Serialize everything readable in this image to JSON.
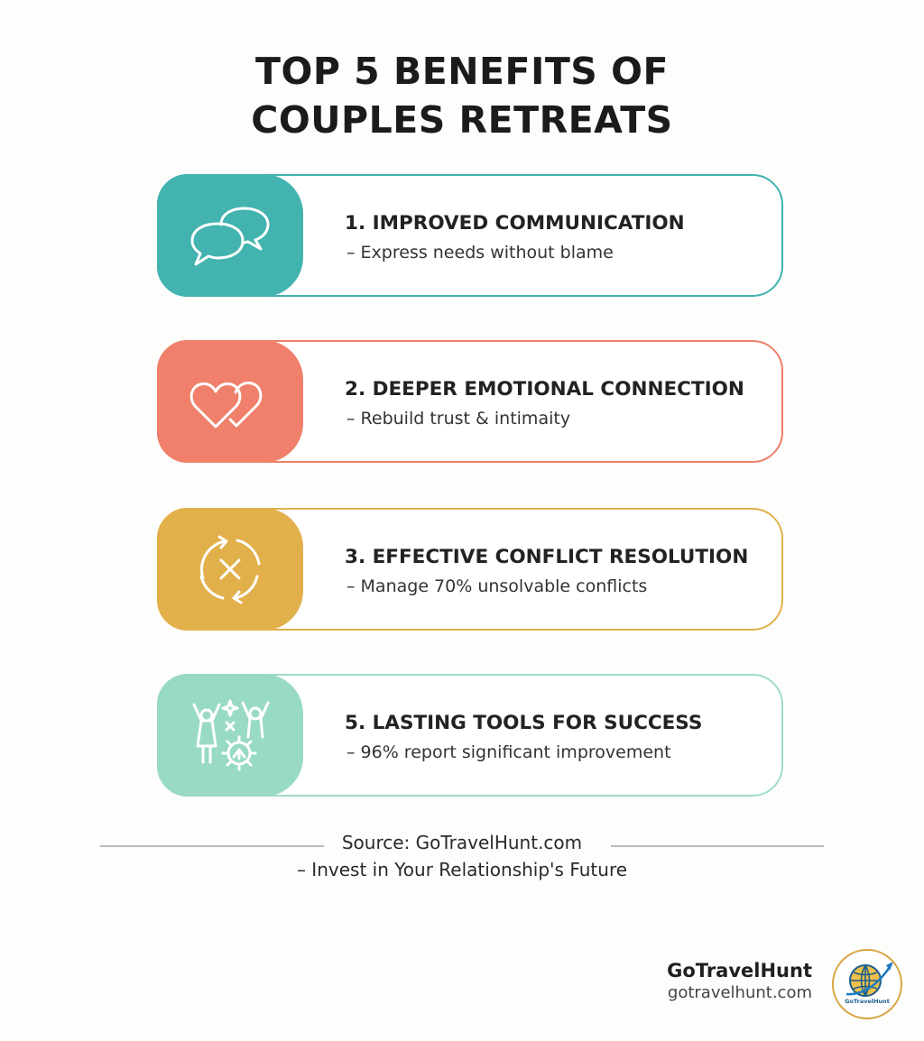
{
  "title": {
    "line1": "TOP 5 BENEFITS OF",
    "line2": "COUPLES RETREATS"
  },
  "benefits": [
    {
      "heading": "1. IMPROVED COMMUNICATION",
      "description": "– Express needs without blame",
      "icon": "speech-bubbles-icon",
      "color": "#42b3af"
    },
    {
      "heading": "2. DEEPER EMOTIONAL CONNECTION",
      "description": "– Rebuild trust & intimaity",
      "icon": "two-hearts-icon",
      "color": "#f0806b"
    },
    {
      "heading": "3. EFFECTIVE CONFLICT RESOLUTION",
      "description": "– Manage 70% unsolvable conflicts",
      "icon": "conflict-cycle-icon",
      "color": "#e2b04b"
    },
    {
      "heading": "5. LASTING TOOLS FOR SUCCESS",
      "description": "– 96% report significant improvement",
      "icon": "celebrating-couple-gear-icon",
      "color": "#99dbc2"
    }
  ],
  "footer": {
    "source": "Source: GoTravelHunt.com",
    "tagline": "– Invest in Your Relationship's Future"
  },
  "brand": {
    "name": "GoTravelHunt",
    "url": "gotravelhunt.com",
    "logo_text": "GoTravelHunt",
    "logo_icon": "globe-plane-logo-icon"
  }
}
